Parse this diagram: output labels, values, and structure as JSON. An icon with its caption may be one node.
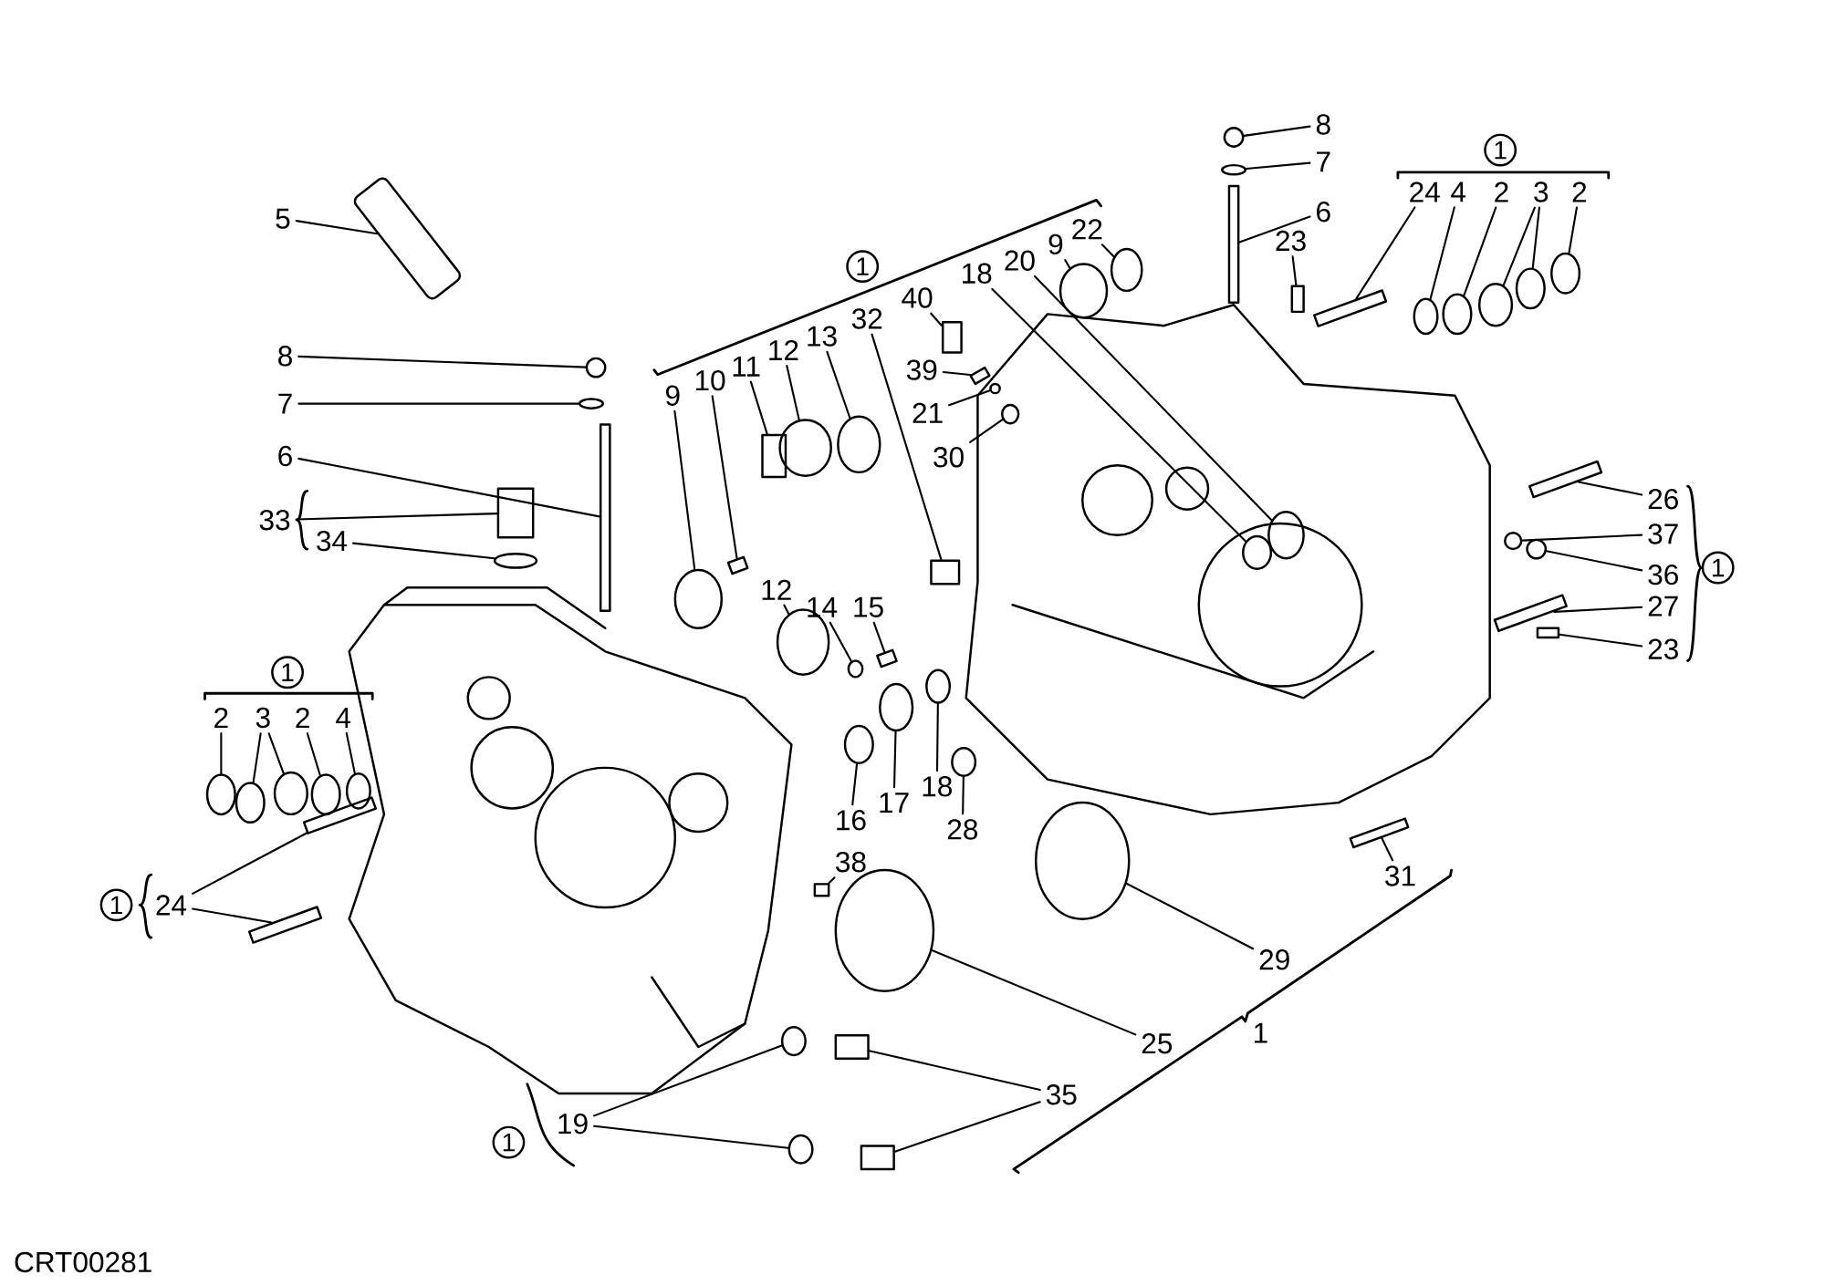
{
  "diagram": {
    "nodes": [
      {
        "text": [
          "5"
        ]
      },
      {
        "text": [
          "8"
        ]
      },
      {
        "text": [
          "7"
        ]
      },
      {
        "text": [
          "6"
        ]
      },
      {
        "text": [
          "33"
        ]
      },
      {
        "text": [
          "34"
        ]
      },
      {
        "text": [
          "1"
        ]
      },
      {
        "text": [
          "2"
        ]
      },
      {
        "text": [
          "3"
        ]
      },
      {
        "text": [
          "2"
        ]
      },
      {
        "text": [
          "4"
        ]
      },
      {
        "text": [
          "1"
        ]
      },
      {
        "text": [
          "24"
        ]
      },
      {
        "text": [
          "1"
        ]
      },
      {
        "text": [
          "9"
        ]
      },
      {
        "text": [
          "10"
        ]
      },
      {
        "text": [
          "11"
        ]
      },
      {
        "text": [
          "12"
        ]
      },
      {
        "text": [
          "13"
        ]
      },
      {
        "text": [
          "32"
        ]
      },
      {
        "text": [
          "40"
        ]
      },
      {
        "text": [
          "39"
        ]
      },
      {
        "text": [
          "21"
        ]
      },
      {
        "text": [
          "30"
        ]
      },
      {
        "text": [
          "18"
        ]
      },
      {
        "text": [
          "20"
        ]
      },
      {
        "text": [
          "9"
        ]
      },
      {
        "text": [
          "22"
        ]
      },
      {
        "text": [
          "8"
        ]
      },
      {
        "text": [
          "7"
        ]
      },
      {
        "text": [
          "6"
        ]
      },
      {
        "text": [
          "23"
        ]
      },
      {
        "text": [
          "1"
        ]
      },
      {
        "text": [
          "24"
        ]
      },
      {
        "text": [
          "4"
        ]
      },
      {
        "text": [
          "2"
        ]
      },
      {
        "text": [
          "3"
        ]
      },
      {
        "text": [
          "2"
        ]
      },
      {
        "text": [
          "12"
        ]
      },
      {
        "text": [
          "14"
        ]
      },
      {
        "text": [
          "15"
        ]
      },
      {
        "text": [
          "26"
        ]
      },
      {
        "text": [
          "37"
        ]
      },
      {
        "text": [
          "36"
        ]
      },
      {
        "text": [
          "27"
        ]
      },
      {
        "text": [
          "23"
        ]
      },
      {
        "text": [
          "1"
        ]
      },
      {
        "text": [
          "16"
        ]
      },
      {
        "text": [
          "17"
        ]
      },
      {
        "text": [
          "18"
        ]
      },
      {
        "text": [
          "28"
        ]
      },
      {
        "text": [
          "38"
        ]
      },
      {
        "text": [
          "31"
        ]
      },
      {
        "text": [
          "29"
        ]
      },
      {
        "text": [
          "1"
        ]
      },
      {
        "text": [
          "25"
        ]
      },
      {
        "text": [
          "35"
        ]
      },
      {
        "text": [
          "19"
        ]
      },
      {
        "text": [
          "1"
        ]
      },
      {
        "text": [],
        "shape": "picture"
      },
      {
        "text": [],
        "shape": "circle"
      },
      {
        "text": [],
        "shape": "circle"
      },
      {
        "text": [],
        "shape": "bar"
      },
      {
        "text": [],
        "shape": "box"
      },
      {
        "text": [],
        "shape": "circle"
      },
      {
        "text": [],
        "shape": "circle"
      },
      {
        "text": [],
        "shape": "circle"
      },
      {
        "text": [],
        "shape": "circle"
      },
      {
        "text": [],
        "shape": "circle"
      },
      {
        "text": [],
        "shape": "circle"
      },
      {
        "text": [],
        "shape": "bar"
      },
      {
        "text": [],
        "shape": "bar"
      },
      {
        "text": [],
        "shape": "circle"
      },
      {
        "text": [],
        "shape": "box"
      },
      {
        "text": [],
        "shape": "box"
      },
      {
        "text": [],
        "shape": "circle"
      },
      {
        "text": [],
        "shape": "circle"
      },
      {
        "text": [],
        "shape": "box"
      },
      {
        "text": [],
        "shape": "box"
      },
      {
        "text": [],
        "shape": "box"
      },
      {
        "text": [],
        "shape": "circle"
      },
      {
        "text": [],
        "shape": "circle"
      },
      {
        "text": [],
        "shape": "circle"
      },
      {
        "text": [],
        "shape": "circle"
      },
      {
        "text": [],
        "shape": "circle"
      },
      {
        "text": [],
        "shape": "circle"
      },
      {
        "text": [],
        "shape": "circle"
      },
      {
        "text": [],
        "shape": "circle"
      },
      {
        "text": [],
        "shape": "bar"
      },
      {
        "text": [],
        "shape": "box"
      },
      {
        "text": [],
        "shape": "bar"
      },
      {
        "text": [],
        "shape": "circle"
      },
      {
        "text": [],
        "shape": "circle"
      },
      {
        "text": [],
        "shape": "circle"
      },
      {
        "text": [],
        "shape": "circle"
      },
      {
        "text": [],
        "shape": "circle"
      },
      {
        "text": [],
        "shape": "circle"
      },
      {
        "text": [],
        "shape": "circle"
      },
      {
        "text": [],
        "shape": "box"
      },
      {
        "text": [],
        "shape": "bar"
      },
      {
        "text": [],
        "shape": "circle"
      },
      {
        "text": [],
        "shape": "circle"
      },
      {
        "text": [],
        "shape": "bar"
      },
      {
        "text": [],
        "shape": "box"
      },
      {
        "text": [],
        "shape": "circle"
      },
      {
        "text": [],
        "shape": "circle"
      },
      {
        "text": [],
        "shape": "circle"
      },
      {
        "text": [],
        "shape": "circle"
      },
      {
        "text": [],
        "shape": "box"
      },
      {
        "text": [],
        "shape": "bar"
      },
      {
        "text": [],
        "shape": "circle"
      },
      {
        "text": [],
        "shape": "circle"
      },
      {
        "text": [],
        "shape": "box"
      },
      {
        "text": [],
        "shape": "box"
      },
      {
        "text": [],
        "shape": "circle"
      },
      {
        "text": [],
        "shape": "circle"
      }
    ],
    "edges": [
      {
        "from": 0,
        "to": 59,
        "arrow": "none"
      },
      {
        "from": 1,
        "to": 60,
        "arrow": "none"
      },
      {
        "from": 2,
        "to": 61,
        "arrow": "none"
      },
      {
        "from": 3,
        "to": 62,
        "arrow": "none"
      },
      {
        "from": 4,
        "to": 63,
        "arrow": "none"
      },
      {
        "from": 5,
        "to": 64,
        "arrow": "none"
      },
      {
        "from": 7,
        "to": 65,
        "arrow": "none"
      },
      {
        "from": 8,
        "to": 66,
        "arrow": "none"
      },
      {
        "from": 8,
        "to": 67,
        "arrow": "none"
      },
      {
        "from": 9,
        "to": 68,
        "arrow": "none"
      },
      {
        "from": 10,
        "to": 69,
        "arrow": "none"
      },
      {
        "from": 12,
        "to": 70,
        "arrow": "none"
      },
      {
        "from": 12,
        "to": 71,
        "arrow": "none"
      },
      {
        "from": 14,
        "to": 72,
        "arrow": "none"
      },
      {
        "from": 15,
        "to": 73,
        "arrow": "none"
      },
      {
        "from": 16,
        "to": 74,
        "arrow": "none"
      },
      {
        "from": 17,
        "to": 75,
        "arrow": "none"
      },
      {
        "from": 18,
        "to": 76,
        "arrow": "none"
      },
      {
        "from": 19,
        "to": 77,
        "arrow": "none"
      },
      {
        "from": 20,
        "to": 78,
        "arrow": "none"
      },
      {
        "from": 21,
        "to": 79,
        "arrow": "none"
      },
      {
        "from": 22,
        "to": 80,
        "arrow": "none"
      },
      {
        "from": 23,
        "to": 81,
        "arrow": "none"
      },
      {
        "from": 24,
        "to": 82,
        "arrow": "none"
      },
      {
        "from": 25,
        "to": 83,
        "arrow": "none"
      },
      {
        "from": 26,
        "to": 84,
        "arrow": "none"
      },
      {
        "from": 27,
        "to": 85,
        "arrow": "none"
      },
      {
        "from": 28,
        "to": 86,
        "arrow": "none"
      },
      {
        "from": 29,
        "to": 87,
        "arrow": "none"
      },
      {
        "from": 30,
        "to": 88,
        "arrow": "none"
      },
      {
        "from": 31,
        "to": 89,
        "arrow": "none"
      },
      {
        "from": 33,
        "to": 90,
        "arrow": "none"
      },
      {
        "from": 34,
        "to": 91,
        "arrow": "none"
      },
      {
        "from": 35,
        "to": 92,
        "arrow": "none"
      },
      {
        "from": 36,
        "to": 93,
        "arrow": "none"
      },
      {
        "from": 36,
        "to": 94,
        "arrow": "none"
      },
      {
        "from": 37,
        "to": 95,
        "arrow": "none"
      },
      {
        "from": 38,
        "to": 96,
        "arrow": "none"
      },
      {
        "from": 39,
        "to": 97,
        "arrow": "none"
      },
      {
        "from": 40,
        "to": 98,
        "arrow": "none"
      },
      {
        "from": 41,
        "to": 99,
        "arrow": "none"
      },
      {
        "from": 42,
        "to": 100,
        "arrow": "none"
      },
      {
        "from": 43,
        "to": 101,
        "arrow": "none"
      },
      {
        "from": 44,
        "to": 102,
        "arrow": "none"
      },
      {
        "from": 45,
        "to": 103,
        "arrow": "none"
      },
      {
        "from": 47,
        "to": 104,
        "arrow": "none"
      },
      {
        "from": 48,
        "to": 105,
        "arrow": "none"
      },
      {
        "from": 49,
        "to": 106,
        "arrow": "none"
      },
      {
        "from": 50,
        "to": 107,
        "arrow": "none"
      },
      {
        "from": 51,
        "to": 108,
        "arrow": "none"
      },
      {
        "from": 52,
        "to": 109,
        "arrow": "none"
      },
      {
        "from": 53,
        "to": 110,
        "arrow": "none"
      },
      {
        "from": 55,
        "to": 111,
        "arrow": "none"
      },
      {
        "from": 56,
        "to": 112,
        "arrow": "none"
      },
      {
        "from": 56,
        "to": 113,
        "arrow": "none"
      },
      {
        "from": 57,
        "to": 114,
        "arrow": "none"
      },
      {
        "from": 57,
        "to": 115,
        "arrow": "none"
      }
    ],
    "labels": [
      "CRT00281"
    ]
  }
}
